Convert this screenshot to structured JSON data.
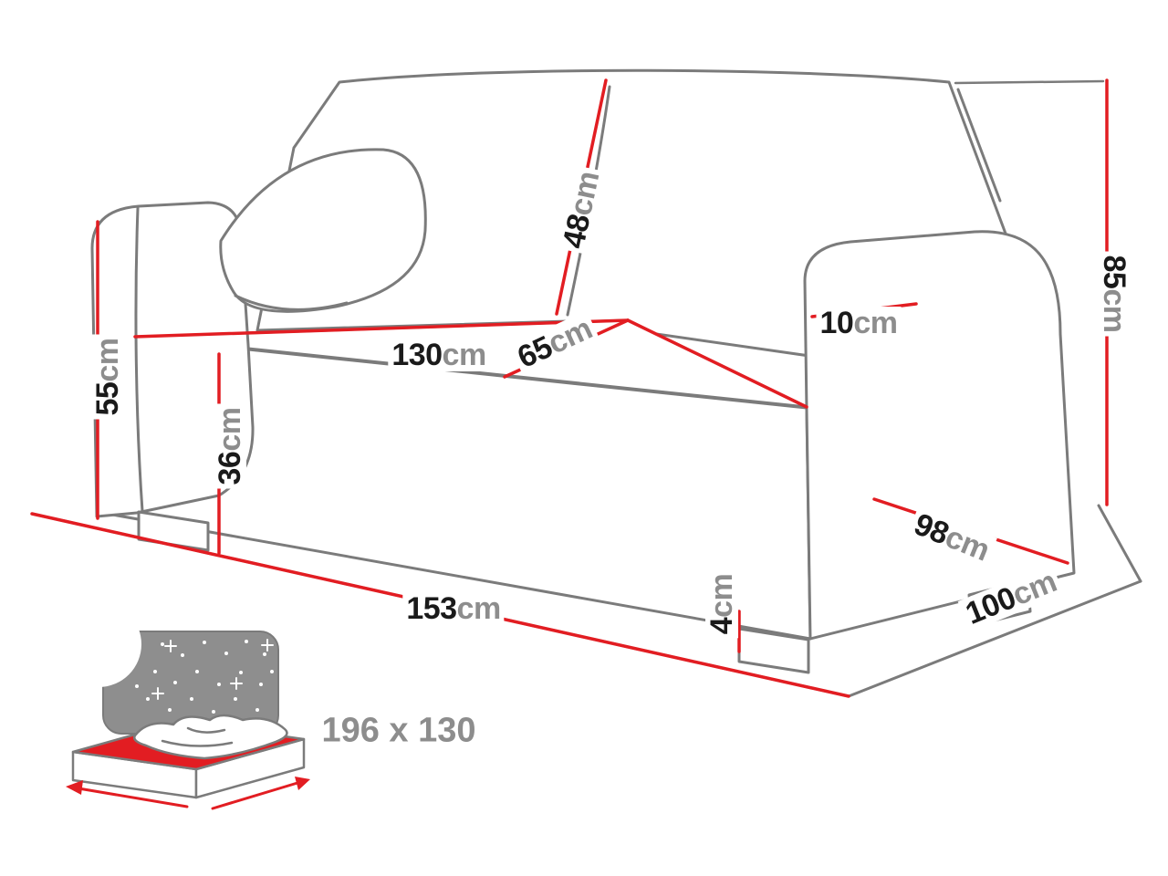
{
  "dimensions": {
    "back_cushion_height": {
      "value": "48",
      "unit": "cm"
    },
    "seat_width": {
      "value": "130",
      "unit": "cm"
    },
    "seat_depth": {
      "value": "65",
      "unit": "cm"
    },
    "armrest_width": {
      "value": "10",
      "unit": "cm"
    },
    "overall_height": {
      "value": "85",
      "unit": "cm"
    },
    "armrest_height": {
      "value": "55",
      "unit": "cm"
    },
    "seat_height": {
      "value": "36",
      "unit": "cm"
    },
    "overall_width": {
      "value": "153",
      "unit": "cm"
    },
    "leg_height": {
      "value": "4",
      "unit": "cm"
    },
    "upper_depth": {
      "value": "98",
      "unit": "cm"
    },
    "overall_depth": {
      "value": "100",
      "unit": "cm"
    }
  },
  "sleeping_area": {
    "text": "196 x 130"
  },
  "icons": {
    "sleeping_area": "bed-with-night-sky-icon"
  },
  "colors": {
    "dimension_red": "#e21d22",
    "outline_gray": "#7b7b7b",
    "number_black": "#1a1a1a",
    "unit_gray": "#8d8d8d",
    "icon_gray": "#8e8e8e"
  }
}
